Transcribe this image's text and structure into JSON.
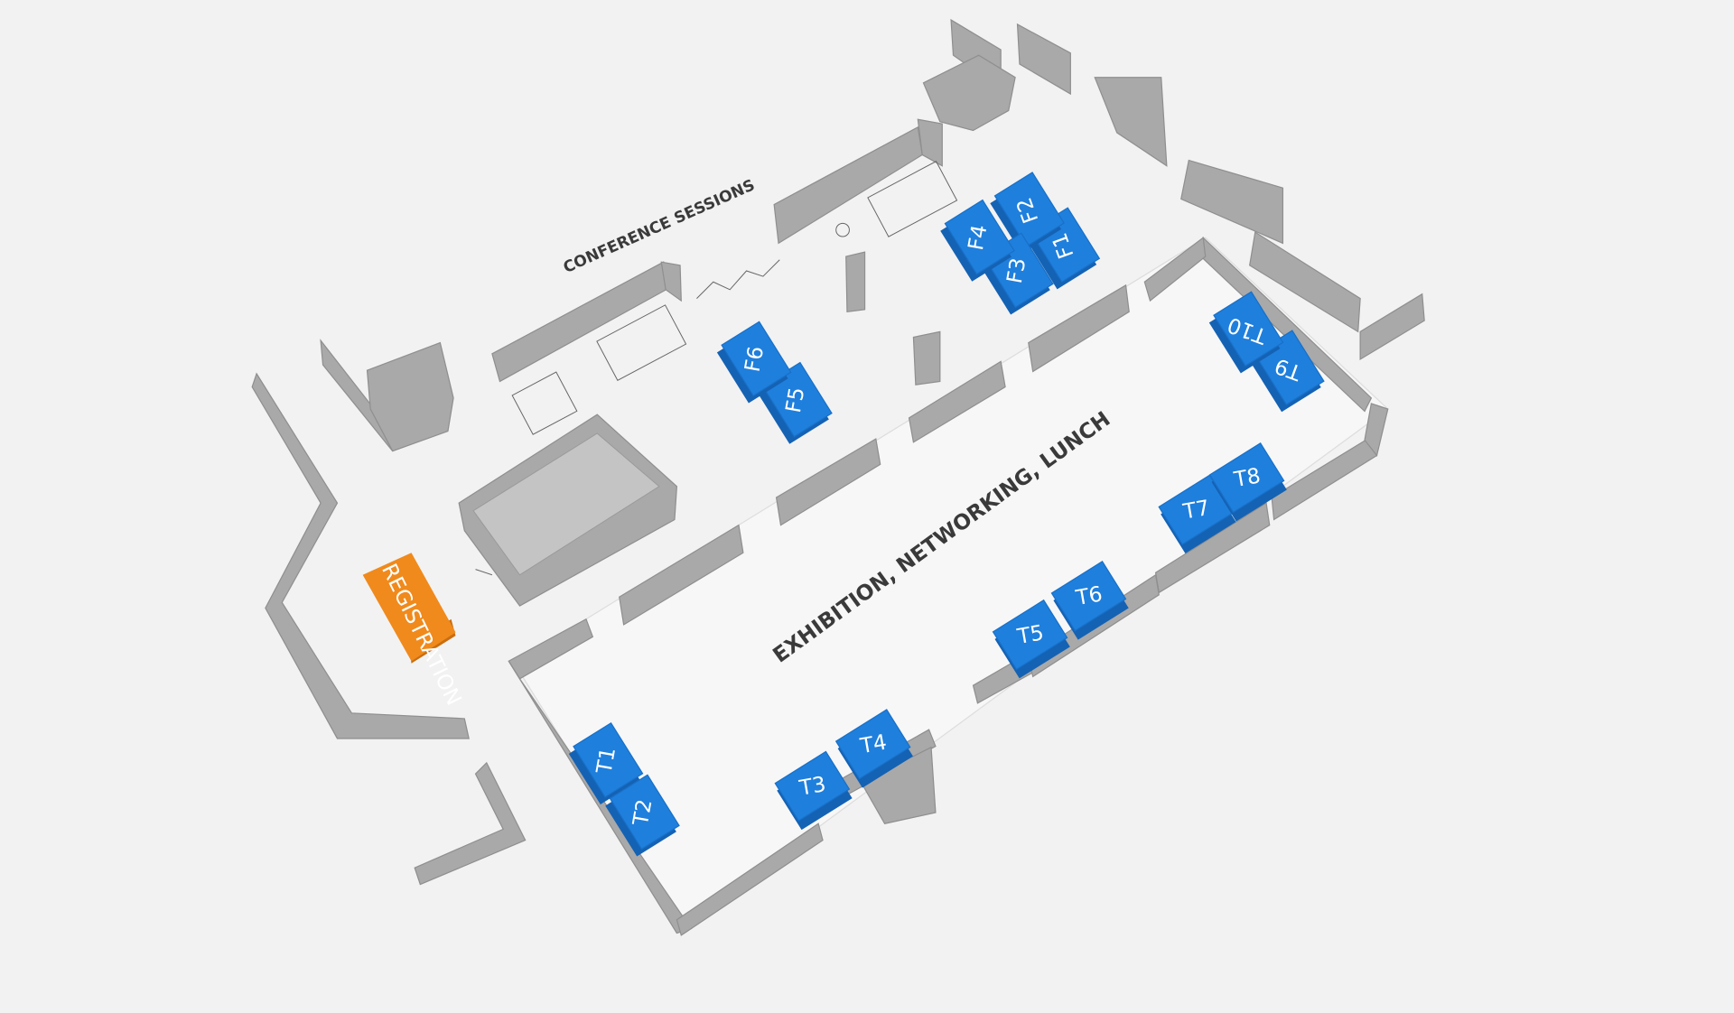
{
  "floor_plan": {
    "zones": {
      "conference": "CONFERENCE SESSIONS",
      "exhibition": "EXHIBITION, NETWORKING, LUNCH"
    },
    "registration": {
      "label": "REGISTRATION",
      "color": "#f08a1c"
    },
    "booth_color": "#1f7fdc",
    "booth_side_color": "#1462b4",
    "wall_color": "#a9a9a9",
    "booths": [
      "T1",
      "T2",
      "T3",
      "T4",
      "T5",
      "T6",
      "T7",
      "T8",
      "T9",
      "T10",
      "F1",
      "F2",
      "F3",
      "F4",
      "F5",
      "F6"
    ]
  }
}
